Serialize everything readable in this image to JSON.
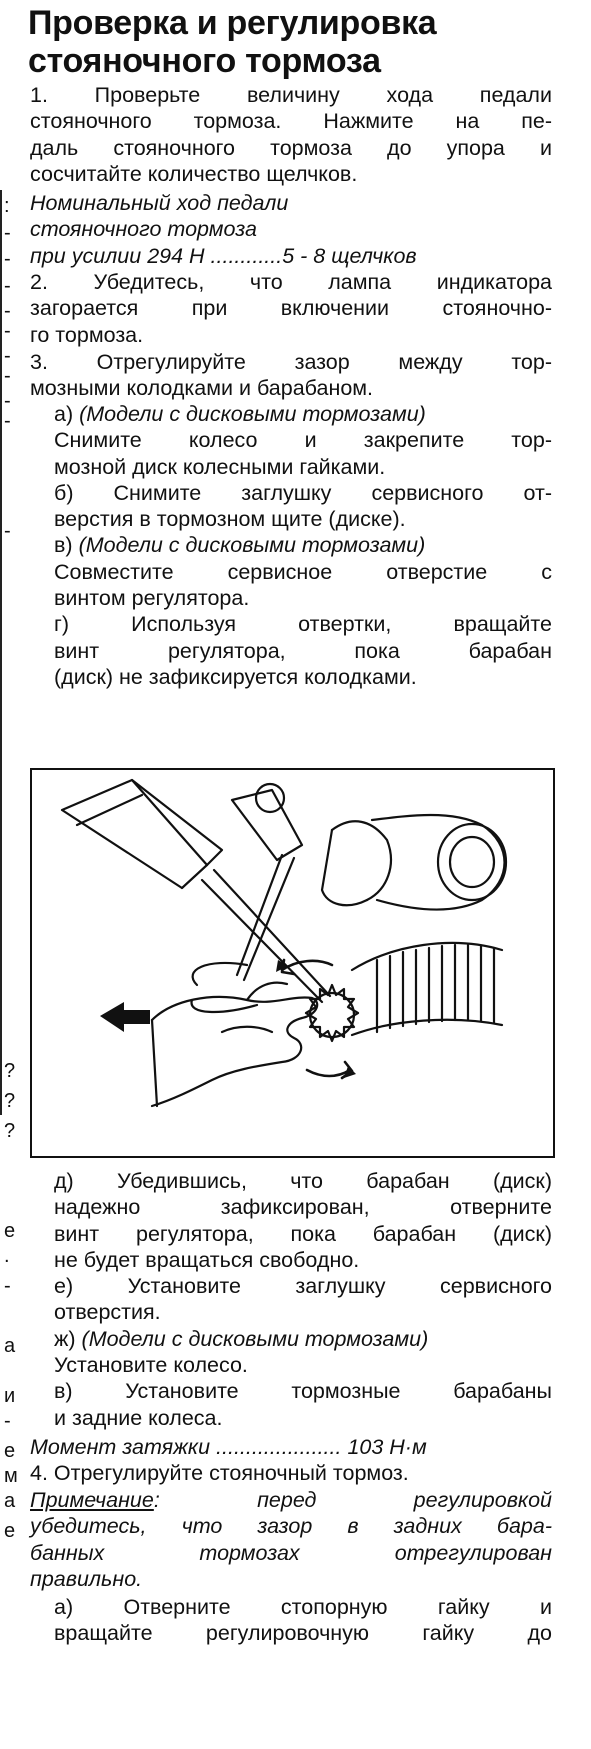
{
  "title": {
    "line1": "Проверка и регулировка",
    "line2": "стояночного тормоза"
  },
  "step1": {
    "lines": [
      "1. Проверьте величину хода педали",
      "стояночного тормоза. Нажмите на пе-",
      "даль стояночного тормоза до упора и",
      "сосчитайте количество щелчков."
    ]
  },
  "spec_pedal": {
    "lines": [
      "Номинальный ход педали",
      "стояночного тормоза"
    ],
    "label": "при усилии 294 Н",
    "value": "5 - 8 щелчков"
  },
  "step2": {
    "lines": [
      "2. Убедитесь, что лампа индикатора",
      "загорается при включении стояночно-",
      "го тормоза."
    ]
  },
  "step3": {
    "lines": [
      "3. Отрегулируйте зазор между тор-",
      "мозными колодками и барабаном."
    ]
  },
  "substeps_top": {
    "a_prefix": "а)",
    "a_italic": "(Модели с дисковыми тормозами)",
    "a_lines": [
      "Снимите колесо и закрепите тор-",
      "мозной диск колесными гайками."
    ],
    "b_lines": [
      "б) Снимите заглушку сервисного от-",
      "верстия в тормозном щите (диске)."
    ],
    "v_prefix": "в)",
    "v_italic": "(Модели с дисковыми тормозами)",
    "v_lines": [
      "Совместите сервисное отверстие с",
      "винтом регулятора."
    ],
    "g_lines": [
      "г) Используя отвертки, вращайте",
      "винт регулятора, пока барабан",
      "(диск) не зафиксируется колодками."
    ]
  },
  "substeps_bottom": {
    "d_lines": [
      "д) Убедившись, что барабан (диск)",
      "надежно зафиксирован, отверните",
      "винт регулятора, пока барабан (диск)",
      "не будет вращаться свободно."
    ],
    "e_lines": [
      "е) Установите заглушку сервисного",
      "отверстия."
    ],
    "zh_prefix": "ж)",
    "zh_italic": "(Модели с дисковыми тормозами)",
    "zh_lines": [
      "Установите колесо."
    ],
    "v2_lines": [
      "в) Установите тормозные барабаны",
      "и задние колеса."
    ]
  },
  "spec_torque": {
    "label": "Момент затяжки",
    "value": "103 Н·м"
  },
  "step4": {
    "line": "4. Отрегулируйте стояночный тормоз."
  },
  "note": {
    "label": "Примечание",
    "lines": [
      "перед регулировкой",
      "убедитесь, что зазор в задних бара-",
      "банных тормозах отрегулирован",
      "правильно."
    ]
  },
  "step4a": {
    "lines": [
      "а) Отверните стопорную гайку и",
      "вращайте регулировочную гайку до"
    ]
  },
  "margin": {
    "fragments": [
      ":",
      "-",
      "-",
      "-",
      "-",
      "-",
      "-",
      "-",
      "-",
      "-",
      "-",
      "?",
      "?",
      "?",
      "е",
      ".",
      "-",
      "а",
      "и",
      "-",
      "е",
      "м",
      "а",
      "е"
    ]
  }
}
